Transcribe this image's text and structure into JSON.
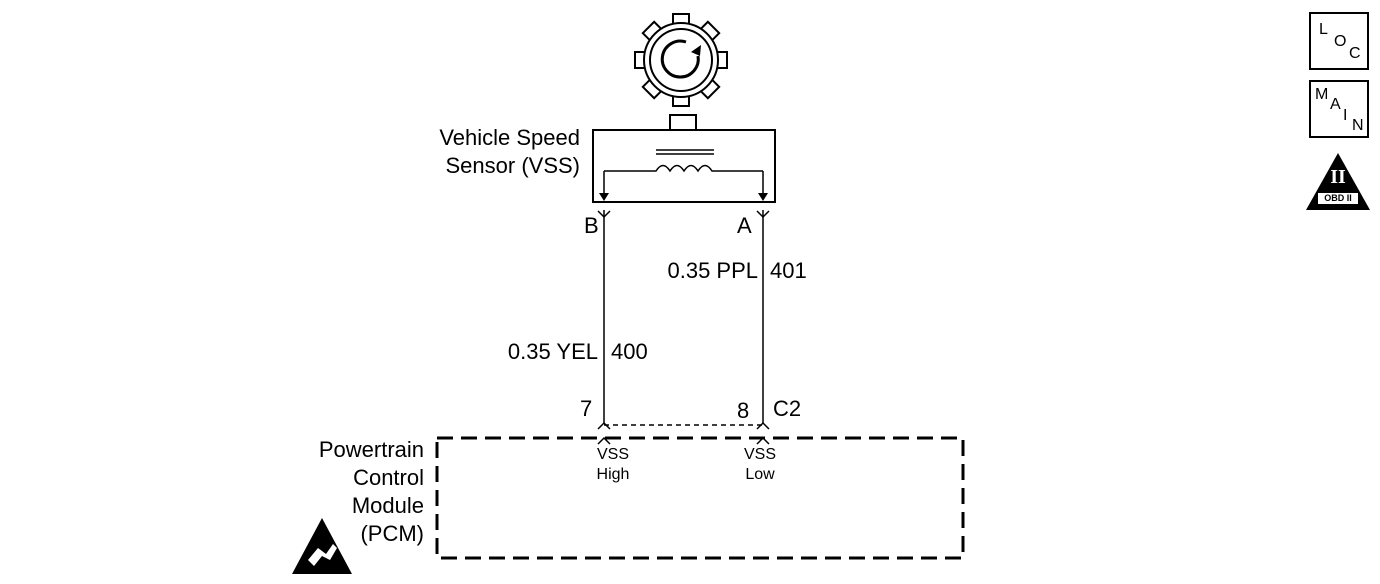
{
  "sensor": {
    "name_line1": "Vehicle Speed",
    "name_line2": "Sensor (VSS)",
    "pin_b": "B",
    "pin_a": "A"
  },
  "wires": {
    "ppl_spec": "0.35 PPL",
    "ppl_circuit": "401",
    "yel_spec": "0.35 YEL",
    "yel_circuit": "400"
  },
  "connector": {
    "pin_7": "7",
    "pin_8": "8",
    "name": "C2"
  },
  "pcm": {
    "line1": "Powertrain",
    "line2": "Control",
    "line3": "Module",
    "line4": "(PCM)",
    "vss_high_line1": "VSS",
    "vss_high_line2": "High",
    "vss_low_line1": "VSS",
    "vss_low_line2": "Low"
  },
  "nav": {
    "loc": [
      "L",
      "O",
      "C"
    ],
    "main": [
      "M",
      "A",
      "I",
      "N"
    ],
    "obd_numeral": "II",
    "obd_text": "OBD II"
  },
  "icons": {
    "gear": "rotating-gear-icon",
    "esd": "esd-warning-icon",
    "obd": "obd-ii-triangle-icon"
  }
}
